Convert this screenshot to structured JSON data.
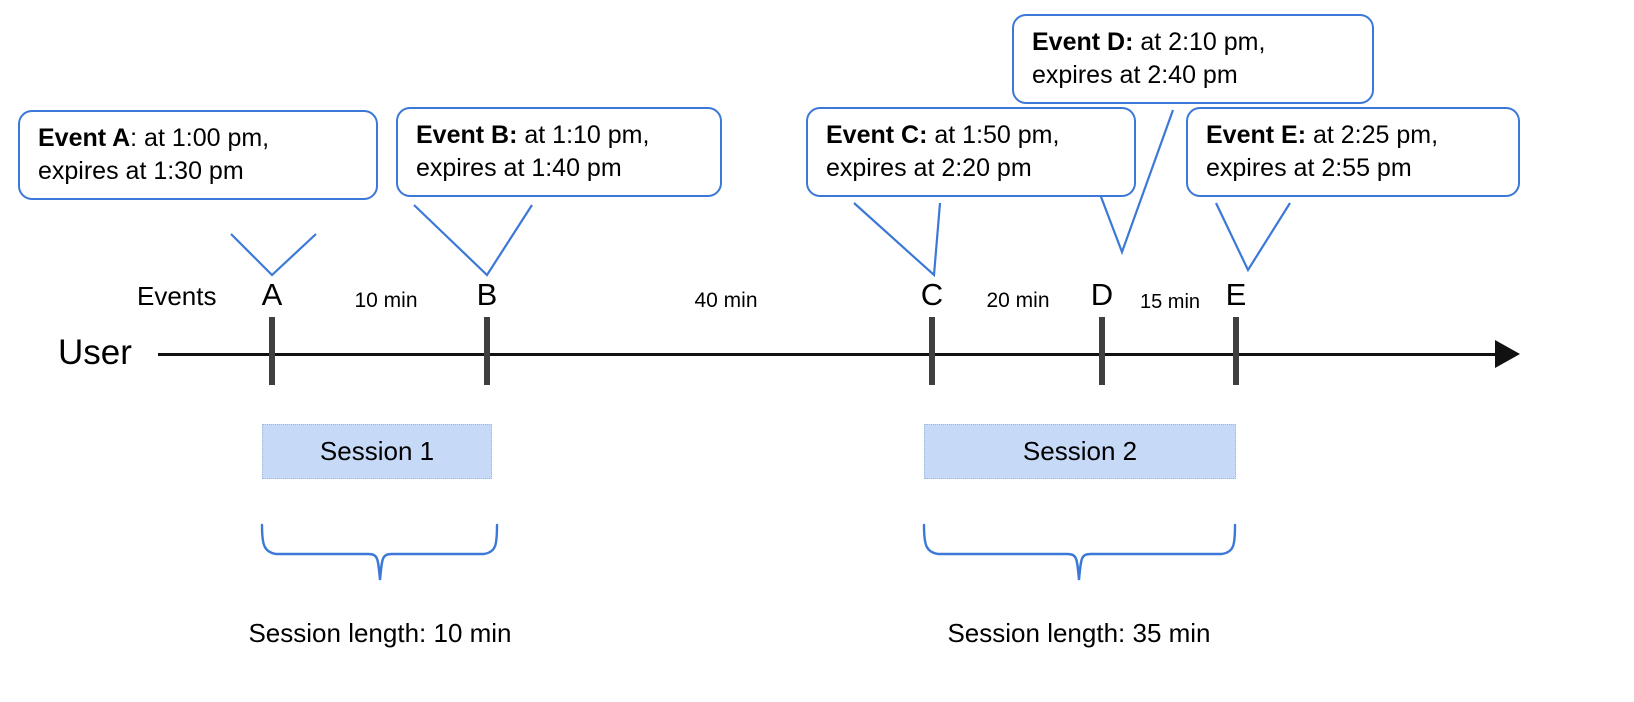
{
  "diagram": {
    "title": "Session timeline with event expiry callouts",
    "accent_color": "#3c78d8",
    "axis_color": "#111111",
    "tick_color": "#3f3f3f",
    "session_fill": "#c6d9f7"
  },
  "axis": {
    "user_label": "User",
    "events_label": "Events"
  },
  "callouts": [
    {
      "id": "A",
      "title": "Event A",
      "separator": ":",
      "line1_rest": " at 1:00 pm,",
      "line2": "expires at 1:30 pm",
      "event_time": "1:00 pm",
      "expiry_time": "1:30 pm"
    },
    {
      "id": "B",
      "title": "Event B",
      "separator": ":",
      "line1_rest": " at 1:10 pm,",
      "line2": "expires at 1:40 pm",
      "event_time": "1:10 pm",
      "expiry_time": "1:40 pm"
    },
    {
      "id": "C",
      "title": "Event C",
      "separator": ":",
      "line1_rest": " at 1:50 pm,",
      "line2": "expires at 2:20 pm",
      "event_time": "1:50 pm",
      "expiry_time": "2:20 pm"
    },
    {
      "id": "D",
      "title": "Event D",
      "separator": ":",
      "line1_rest": " at 2:10 pm,",
      "line2": "expires at 2:40 pm",
      "event_time": "2:10 pm",
      "expiry_time": "2:40 pm"
    },
    {
      "id": "E",
      "title": "Event E",
      "separator": ":",
      "line1_rest": " at 2:25 pm,",
      "line2": "expires at 2:55 pm",
      "event_time": "2:25 pm",
      "expiry_time": "2:55 pm"
    }
  ],
  "events": [
    {
      "letter": "A"
    },
    {
      "letter": "B"
    },
    {
      "letter": "C"
    },
    {
      "letter": "D"
    },
    {
      "letter": "E"
    }
  ],
  "gaps": [
    {
      "label": "10 min",
      "from": "A",
      "to": "B"
    },
    {
      "label": "40 min",
      "from": "B",
      "to": "C"
    },
    {
      "label": "20 min",
      "from": "C",
      "to": "D"
    },
    {
      "label": "15 min",
      "from": "D",
      "to": "E"
    }
  ],
  "sessions": [
    {
      "name": "Session 1",
      "caption": "Session length: 10 min",
      "length": "10 min"
    },
    {
      "name": "Session 2",
      "caption": "Session length: 35 min",
      "length": "35 min"
    }
  ]
}
